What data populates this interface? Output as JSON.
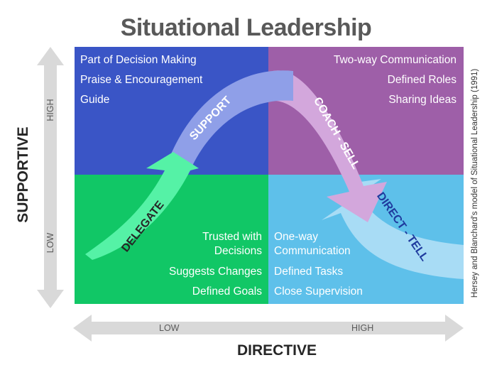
{
  "title": "Situational Leadership",
  "axes": {
    "x_label": "DIRECTIVE",
    "x_low": "LOW",
    "x_high": "HIGH",
    "y_label": "SUPPORTIVE",
    "y_low": "LOW",
    "y_high": "HIGH"
  },
  "citation": "Hersey and Blanchard's model of Situational Leadership (1991)",
  "quadrants": {
    "top_left": {
      "color": "#3a55c6",
      "items": [
        "Part of Decision Making",
        "Praise & Encouragement",
        "Guide"
      ]
    },
    "top_right": {
      "color": "#9e5fa8",
      "items": [
        "Two-way Communication",
        "Defined Roles",
        "Sharing Ideas"
      ]
    },
    "bottom_left": {
      "color": "#11c766",
      "items": [
        "Trusted with",
        "Decisions",
        "Suggests Changes",
        "Defined Goals"
      ]
    },
    "bottom_right": {
      "color": "#5ec0ea",
      "items": [
        "One-way",
        "Communication",
        "Defined Tasks",
        "Close Supervision"
      ]
    }
  },
  "curve": {
    "styles": [
      "DELEGATE",
      "SUPPORT",
      "COACH - SELL",
      "DIRECT - TELL"
    ],
    "colors": {
      "delegate": "#55f2a6",
      "support": "#8f9fe8",
      "coach": "#d3a7dc",
      "direct": "#a8dcf5"
    }
  }
}
